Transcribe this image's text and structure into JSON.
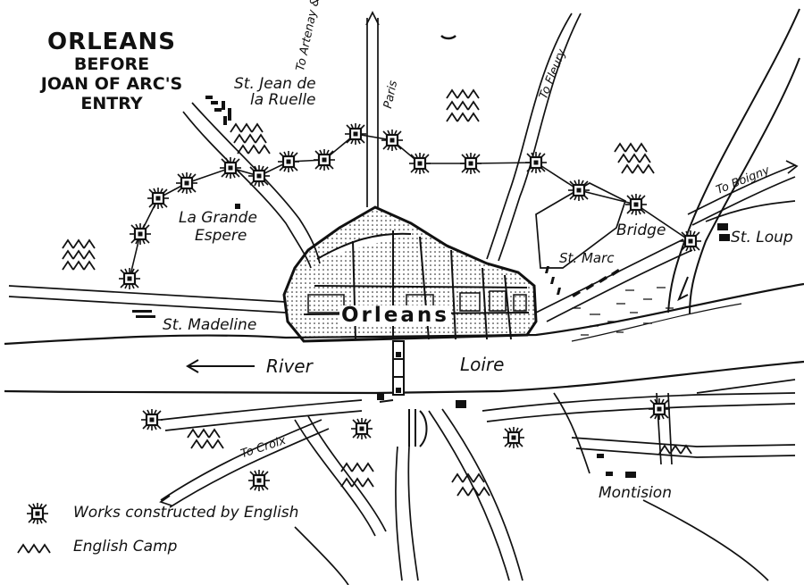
{
  "title": {
    "line1": "ORLEANS",
    "line2": "BEFORE",
    "line3": "JOAN OF ARC'S",
    "line4": "ENTRY"
  },
  "places": {
    "st_jean_1": "St. Jean de",
    "st_jean_2": "la Ruelle",
    "la_grande_1": "La Grande",
    "la_grande_2": "Espere",
    "st_madeline": "St. Madeline",
    "orleans": "Orleans",
    "st_marc": "St. Marc",
    "bridge": "Bridge",
    "st_loup": "St. Loup",
    "montision": "Montision"
  },
  "roads": {
    "artenay": "To Artenay &",
    "paris": "Paris",
    "fleury": "To Fleury",
    "boigny": "To Boigny",
    "croix": "To Croix"
  },
  "river": {
    "word1": "River",
    "word2": "Loire"
  },
  "legend": {
    "works_icon": "fort-icon",
    "works_label": "Works constructed by English",
    "camp_icon": "camp-icon",
    "camp_label": "English Camp"
  },
  "colors": {
    "ink": "#111111",
    "paper": "#ffffff"
  }
}
